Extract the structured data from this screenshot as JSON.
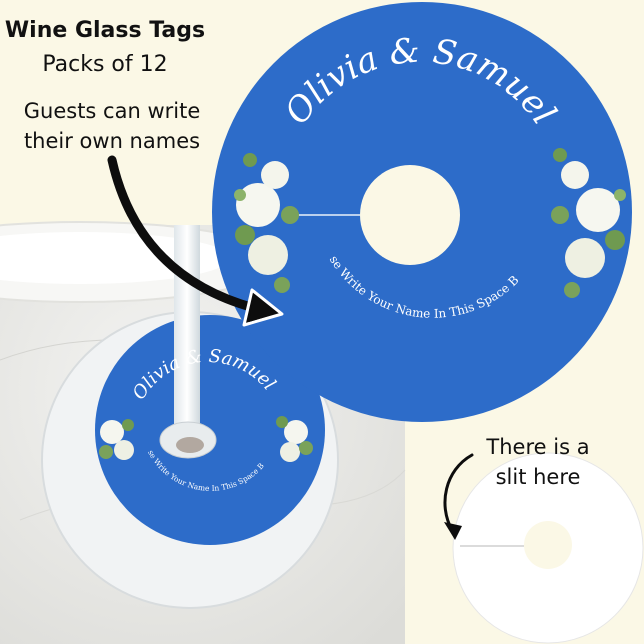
{
  "header": {
    "title": "Wine Glass Tags",
    "subtitle": "Packs of 12"
  },
  "callouts": {
    "write_names": "Guests can write their own names",
    "slit": "There is a slit here"
  },
  "tag": {
    "names": "Olivia & Samuel",
    "instruction": "Please Write Your Name In This Space Below"
  },
  "colors": {
    "background": "#fbf8e6",
    "tag_blue": "#2d6cc9",
    "marble": "#e9e9e7"
  }
}
